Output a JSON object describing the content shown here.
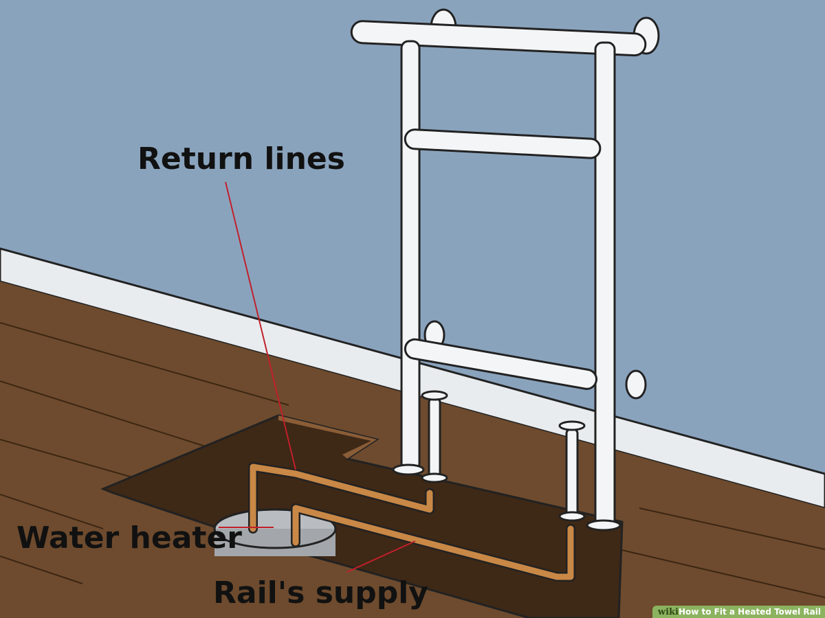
{
  "labels": {
    "return_lines": "Return lines",
    "water_heater": "Water heater",
    "rails_supply": "Rail's supply"
  },
  "watermark": {
    "site": "wiki",
    "title": "How to Fit a Heated Towel Rail"
  },
  "colors": {
    "wall": "#8aa3bd",
    "skirting": "#e9ecef",
    "floor": "#6e4b2e",
    "floor_hole": "#3e2816",
    "copper_pipe": "#c98846",
    "towel_rail": "#f4f5f7",
    "leader_line": "#c0202a"
  },
  "icons": [
    "towel-rail",
    "water-heater-tank",
    "copper-pipe"
  ]
}
